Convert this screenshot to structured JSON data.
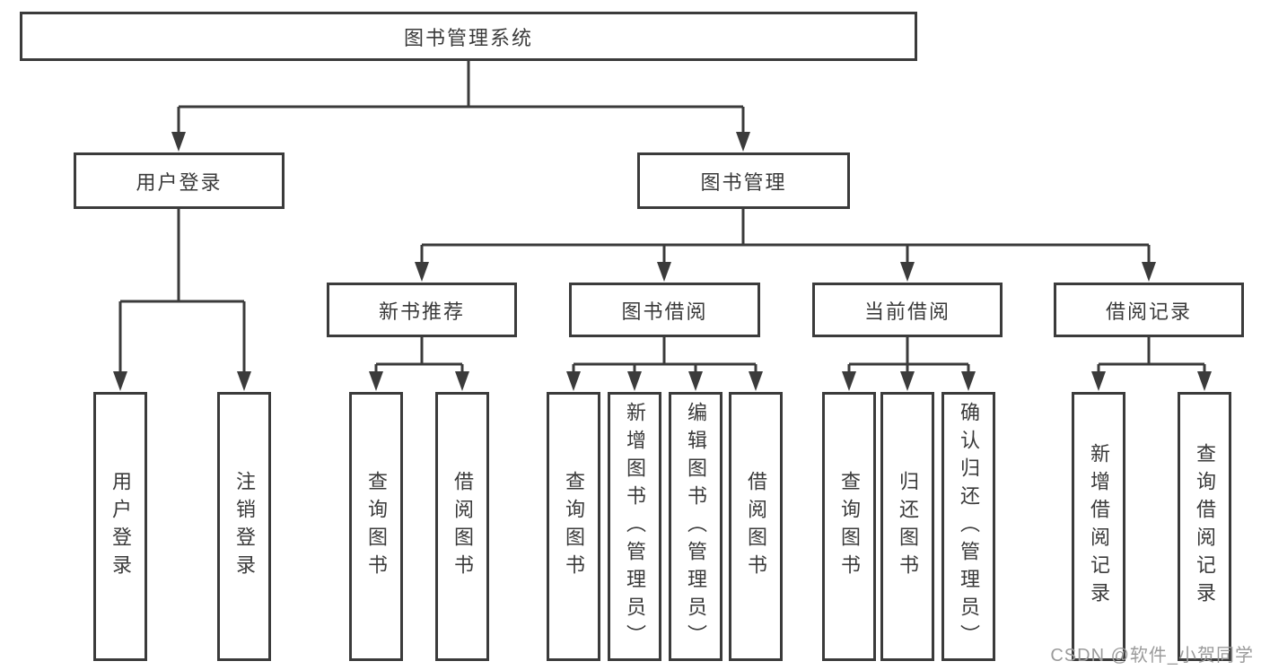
{
  "diagram": {
    "type": "hierarchy-tree",
    "colors": {
      "line": "#3b3b3b",
      "box_border": "#3b3b3b",
      "text": "#3a3a3a",
      "background": "#ffffff",
      "watermark": "#9b9b9b"
    },
    "tree": {
      "label": "图书管理系统",
      "children": [
        {
          "label": "用户登录",
          "children": [
            {
              "label": "用户登录"
            },
            {
              "label": "注销登录"
            }
          ]
        },
        {
          "label": "图书管理",
          "children": [
            {
              "label": "新书推荐",
              "children": [
                {
                  "label": "查询图书"
                },
                {
                  "label": "借阅图书"
                }
              ]
            },
            {
              "label": "图书借阅",
              "children": [
                {
                  "label": "查询图书"
                },
                {
                  "label": "新增图书（管理员）"
                },
                {
                  "label": "编辑图书（管理员）"
                },
                {
                  "label": "借阅图书"
                }
              ]
            },
            {
              "label": "当前借阅",
              "children": [
                {
                  "label": "查询图书"
                },
                {
                  "label": "归还图书"
                },
                {
                  "label": "确认归还（管理员）"
                }
              ]
            },
            {
              "label": "借阅记录",
              "children": [
                {
                  "label": "新增借阅记录"
                },
                {
                  "label": "查询借阅记录"
                }
              ]
            }
          ]
        }
      ]
    }
  },
  "watermark": {
    "text": "CSDN @软件_小贺同学"
  }
}
